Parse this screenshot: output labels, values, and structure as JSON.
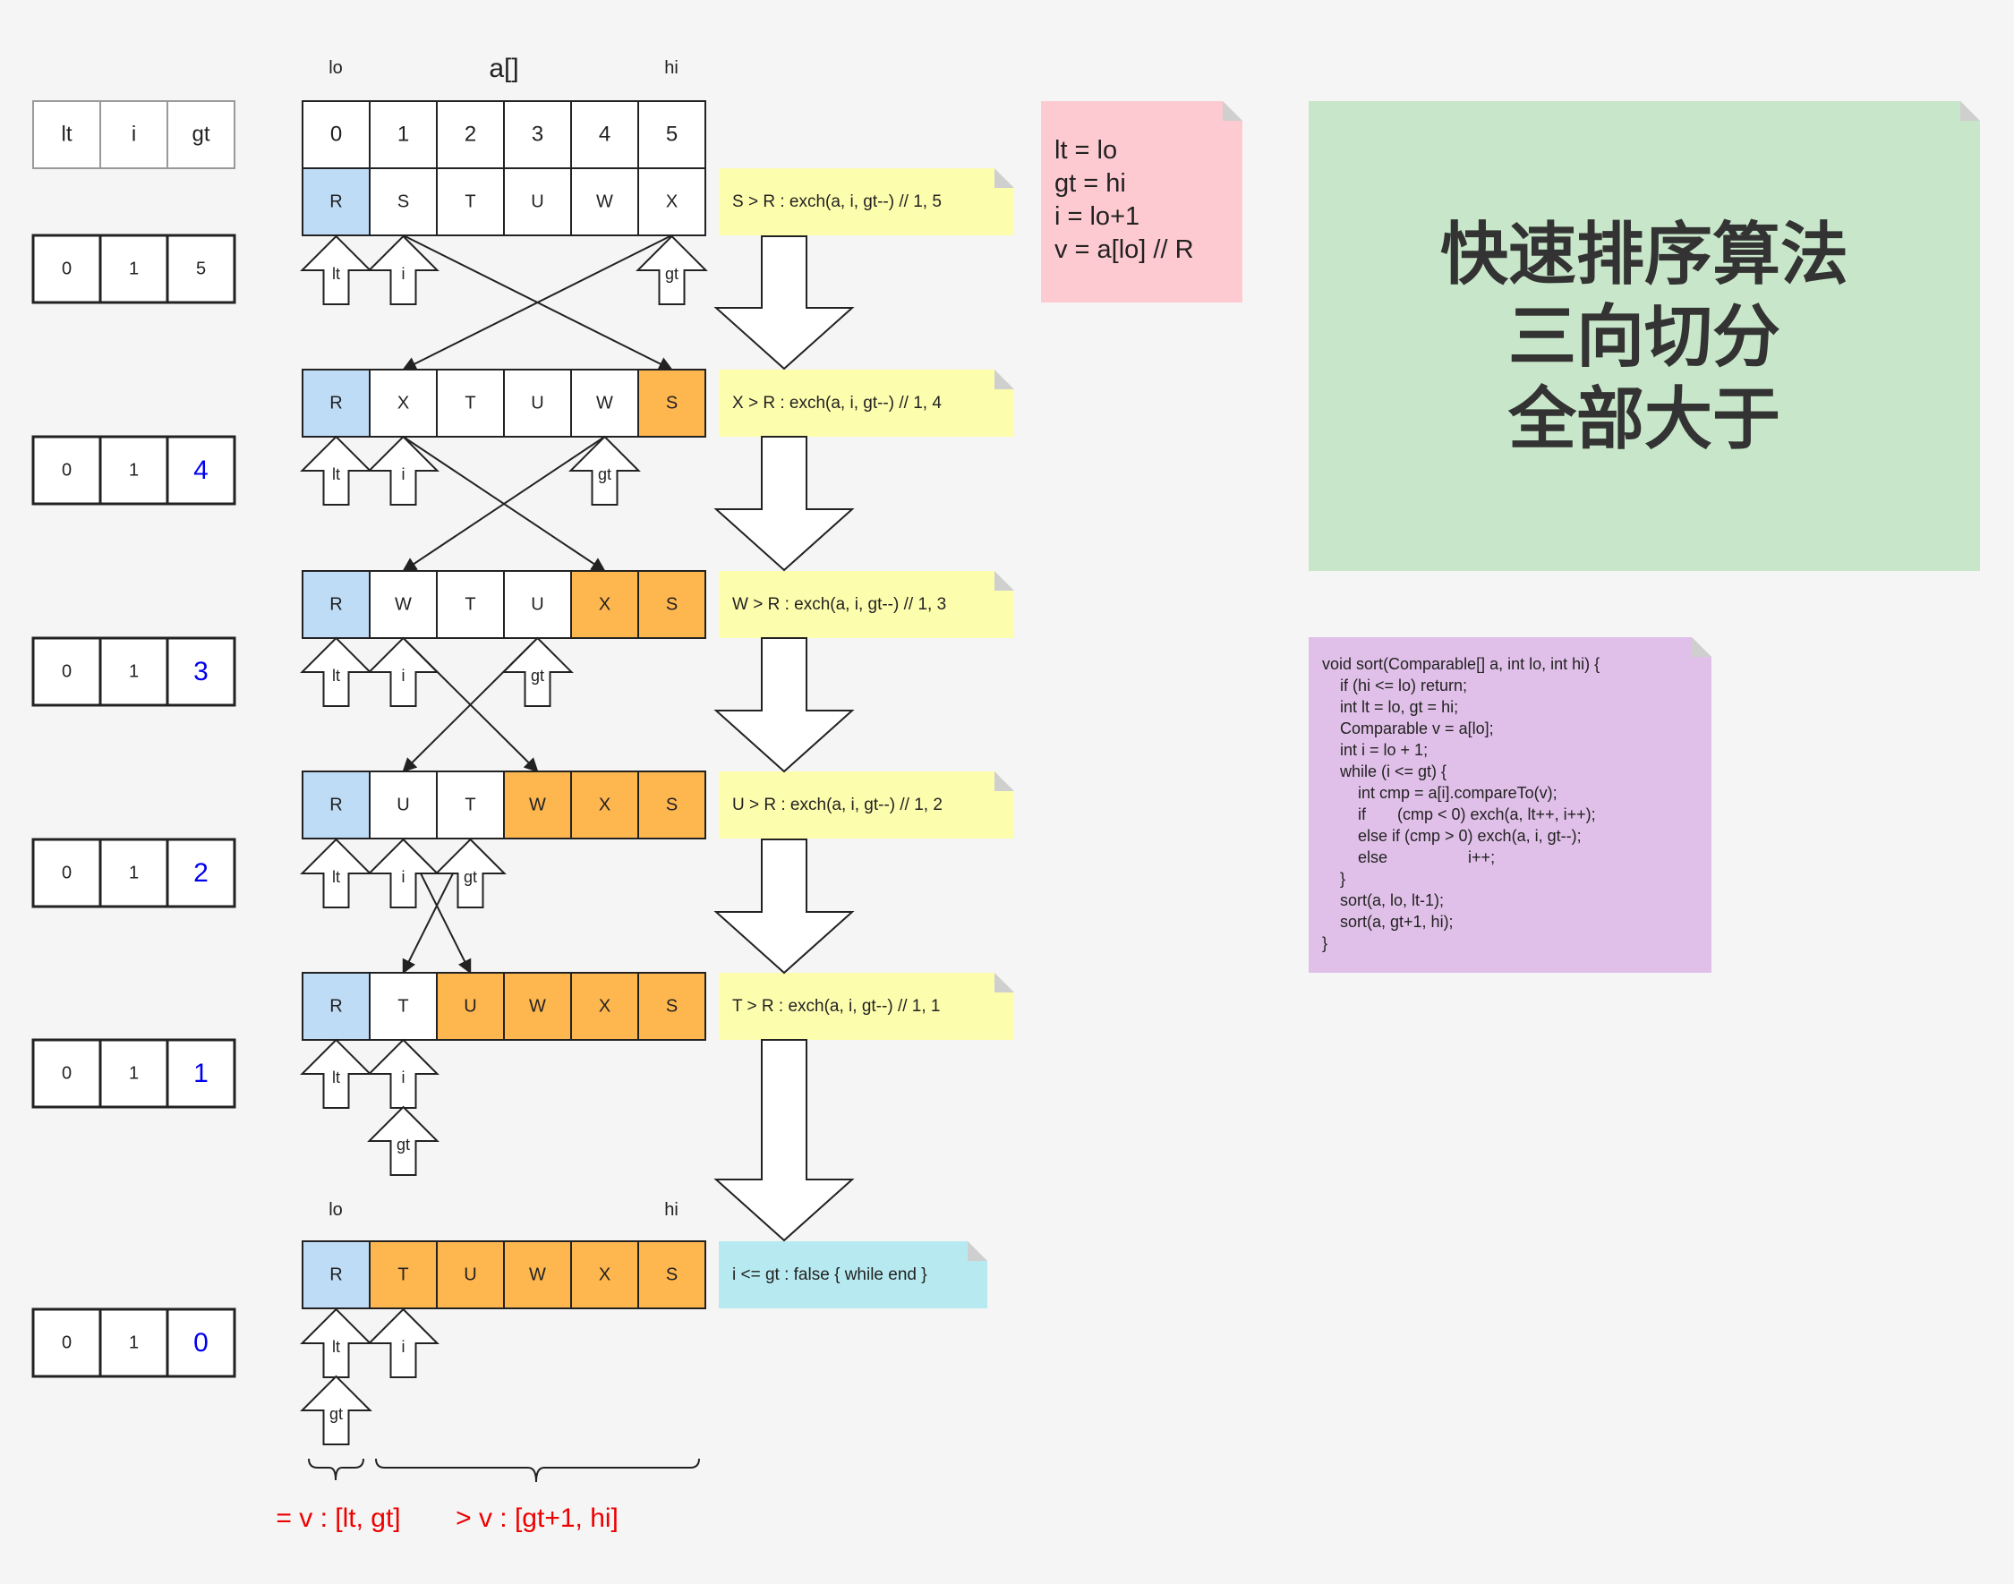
{
  "header": {
    "lo": "lo",
    "array_name": "a[]",
    "hi": "hi"
  },
  "index_row": [
    "0",
    "1",
    "2",
    "3",
    "4",
    "5"
  ],
  "pointer_header": [
    "lt",
    "i",
    "gt"
  ],
  "steps": [
    {
      "cells": [
        "R",
        "S",
        "T",
        "U",
        "W",
        "X"
      ],
      "colors": [
        "blue",
        "white",
        "white",
        "white",
        "white",
        "white"
      ],
      "vars": [
        "0",
        "1",
        "5"
      ],
      "gt_highlight": false,
      "note": "S > R : exch(a, i, gt--) // 1, 5",
      "note_color": "yellow"
    },
    {
      "cells": [
        "R",
        "X",
        "T",
        "U",
        "W",
        "S"
      ],
      "colors": [
        "blue",
        "white",
        "white",
        "white",
        "white",
        "orange"
      ],
      "vars": [
        "0",
        "1",
        "4"
      ],
      "gt_highlight": true,
      "note": "X > R : exch(a, i, gt--) // 1, 4",
      "note_color": "yellow"
    },
    {
      "cells": [
        "R",
        "W",
        "T",
        "U",
        "X",
        "S"
      ],
      "colors": [
        "blue",
        "white",
        "white",
        "white",
        "orange",
        "orange"
      ],
      "vars": [
        "0",
        "1",
        "3"
      ],
      "gt_highlight": true,
      "note": "W > R : exch(a, i, gt--) // 1, 3",
      "note_color": "yellow"
    },
    {
      "cells": [
        "R",
        "U",
        "T",
        "W",
        "X",
        "S"
      ],
      "colors": [
        "blue",
        "white",
        "white",
        "orange",
        "orange",
        "orange"
      ],
      "vars": [
        "0",
        "1",
        "2"
      ],
      "gt_highlight": true,
      "note": "U > R : exch(a, i, gt--) // 1, 2",
      "note_color": "yellow"
    },
    {
      "cells": [
        "R",
        "T",
        "U",
        "W",
        "X",
        "S"
      ],
      "colors": [
        "blue",
        "white",
        "orange",
        "orange",
        "orange",
        "orange"
      ],
      "vars": [
        "0",
        "1",
        "1"
      ],
      "gt_highlight": true,
      "note": "T > R : exch(a, i, gt--) // 1, 1",
      "note_color": "yellow"
    },
    {
      "cells": [
        "R",
        "T",
        "U",
        "W",
        "X",
        "S"
      ],
      "colors": [
        "blue",
        "orange",
        "orange",
        "orange",
        "orange",
        "orange"
      ],
      "vars": [
        "0",
        "1",
        "0"
      ],
      "gt_highlight": true,
      "note": "i <= gt : false { while end }",
      "note_color": "cyan"
    }
  ],
  "pointer_labels": {
    "lt": "lt",
    "i": "i",
    "gt": "gt"
  },
  "final_header": {
    "lo": "lo",
    "hi": "hi"
  },
  "result_labels": {
    "eq": "= v : [lt, gt]",
    "gt": "> v : [gt+1, hi]"
  },
  "init_note": [
    "lt = lo",
    "gt = hi",
    "i = lo+1",
    "v = a[lo] // R"
  ],
  "title": [
    "快速排序算法",
    "三向切分",
    "全部大于"
  ],
  "code": [
    "void sort(Comparable[] a, int lo, int hi) {",
    "    if (hi <= lo) return;",
    "    int lt = lo, gt = hi;",
    "    Comparable v = a[lo];",
    "    int i = lo + 1;",
    "    while (i <= gt) {",
    "        int cmp = a[i].compareTo(v);",
    "        if       (cmp < 0) exch(a, lt++, i++);",
    "        else if (cmp > 0) exch(a, i, gt--);",
    "        else                  i++;",
    "    }",
    "    sort(a, lo, lt-1);",
    "    sort(a, gt+1, hi);",
    "}"
  ],
  "colors": {
    "blue": "#bfdcf7",
    "orange": "#feb64f",
    "white": "#ffffff",
    "yellow": "#fdfdae",
    "cyan": "#b7eaf0",
    "pink": "#fecad1",
    "green": "#c8e6c9",
    "purple": "#e0c0e8",
    "highlight": "#0000ee",
    "result": "#ee0000"
  }
}
